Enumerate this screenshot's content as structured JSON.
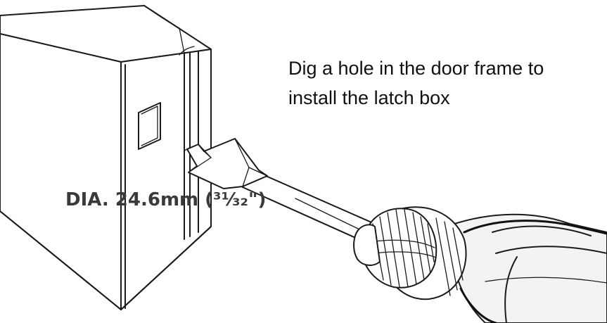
{
  "instruction": {
    "line1": "Dig a hole in the door frame to",
    "line2": "install the latch box"
  },
  "dimension": {
    "label": "DIA. 24.6mm (³¹⁄₃₂\")"
  },
  "icons": {
    "door": "door-frame-illustration",
    "drill": "power-drill-illustration",
    "bit": "spade-bit-illustration"
  }
}
